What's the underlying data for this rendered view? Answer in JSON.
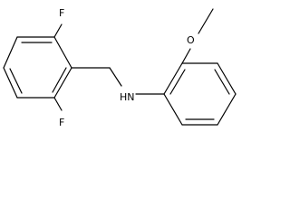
{
  "molecule": {
    "atoms": {
      "fluorine_top": "F",
      "fluorine_bottom": "F",
      "amine": "HN",
      "oxygen": "O"
    },
    "colors": {
      "bond": "#000000",
      "label": "#000000",
      "background": "#ffffff"
    }
  }
}
